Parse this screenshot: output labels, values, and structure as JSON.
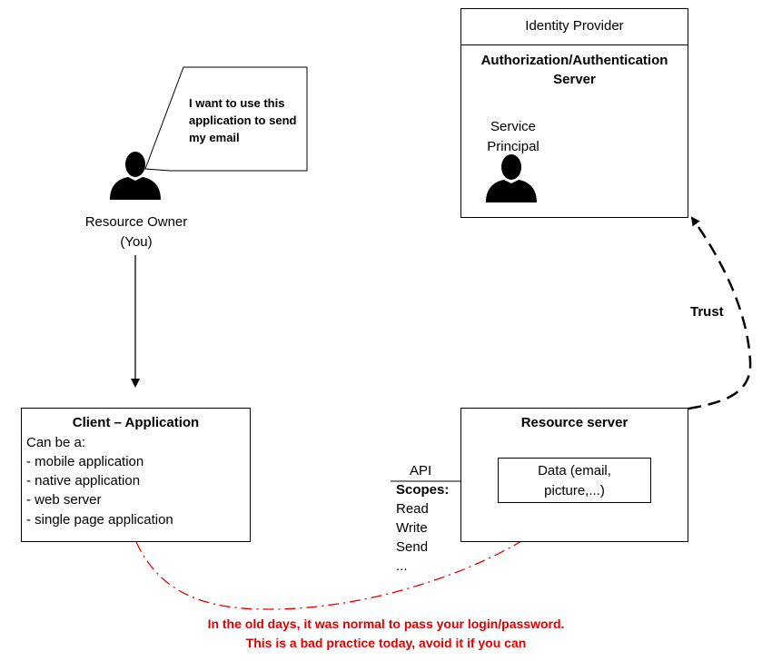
{
  "resource_owner": {
    "bubble_text": "I want to use this application to send my email",
    "label_line1": "Resource Owner",
    "label_line2": "(You)",
    "icon": "person-icon"
  },
  "identity_provider": {
    "title": "Identity Provider",
    "server_title": "Authorization/Authentication Server",
    "principal_line1": "Service",
    "principal_line2": "Principal",
    "icon": "person-icon"
  },
  "trust_label": "Trust",
  "client": {
    "title": "Client – Application",
    "subtitle": "Can be a:",
    "items": [
      "- mobile application",
      "- native application",
      "- web server",
      "- single page application"
    ]
  },
  "resource_server": {
    "title": "Resource server",
    "data_line1": "Data (email,",
    "data_line2": "picture,...)"
  },
  "api": {
    "label": "API",
    "scopes_title": "Scopes:",
    "scopes": [
      "Read",
      "Write",
      "Send",
      "..."
    ]
  },
  "warning": {
    "line1": "In the old days, it was normal to pass your login/password.",
    "line2": "This is a bad practice today, avoid it if you can"
  },
  "colors": {
    "warning_red": "#e00000"
  }
}
